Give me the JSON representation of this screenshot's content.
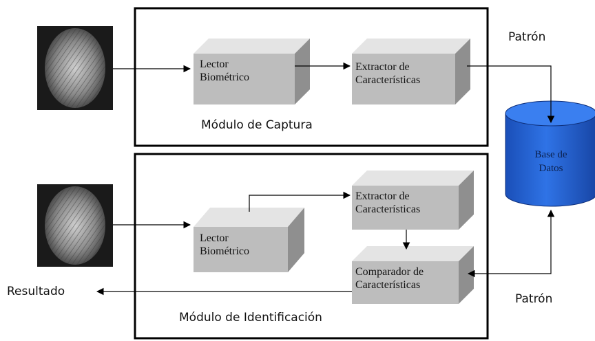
{
  "capture_module": {
    "title": "Módulo de Captura",
    "reader": {
      "line1": "Lector",
      "line2": "Biométrico"
    },
    "extractor": {
      "line1": "Extractor de",
      "line2": "Características"
    }
  },
  "identification_module": {
    "title": "Módulo de Identificación",
    "reader": {
      "line1": "Lector",
      "line2": "Biométrico"
    },
    "extractor": {
      "line1": "Extractor de",
      "line2": "Características"
    },
    "comparator": {
      "line1": "Comparador de",
      "line2": "Características"
    }
  },
  "database": {
    "line1": "Base de",
    "line2": "Datos",
    "color": "#1f5fd0"
  },
  "labels": {
    "pattern_top": "Patrón",
    "pattern_bottom": "Patrón",
    "result": "Resultado"
  }
}
